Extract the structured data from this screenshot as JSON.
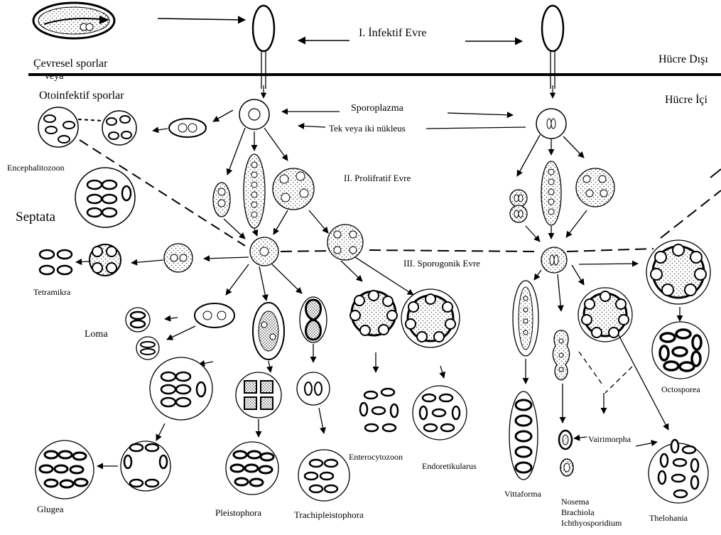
{
  "stages": {
    "infective": "I. İnfektif Evre",
    "proliferative": "II. Prolifratif Evre",
    "sporogonic": "III. Sporogonik Evre"
  },
  "regions": {
    "extracellular": "Hücre Dışı",
    "intracellular": "Hücre İçi"
  },
  "spore_sources": {
    "environmental": "Çevresel sporlar",
    "or": "veya",
    "autoinfective": "Otoinfektif sporlar"
  },
  "sporoplasm": {
    "title": "Sporoplazma",
    "nuclei": "Tek veya iki nükleus"
  },
  "genera": {
    "encephalitozoon": "Encephalitozoon",
    "septata": "Septata",
    "tetramikra": "Tetramikra",
    "loma": "Loma",
    "glugea": "Glugea",
    "pleistophora": "Pleistophora",
    "trachipleistophora": "Trachipleistophora",
    "enterocytozoon": "Enterocytozoon",
    "endoretikularus": "Endoretikularus",
    "vittaforma": "Vittaforma",
    "nosema": "Nosema",
    "brachiola": "Brachiola",
    "ichthyosporidium": "Ichthyosporidium",
    "vairimorpha": "Vairimorpha",
    "thelohania": "Thelohania",
    "octosporea": "Octosporea"
  }
}
